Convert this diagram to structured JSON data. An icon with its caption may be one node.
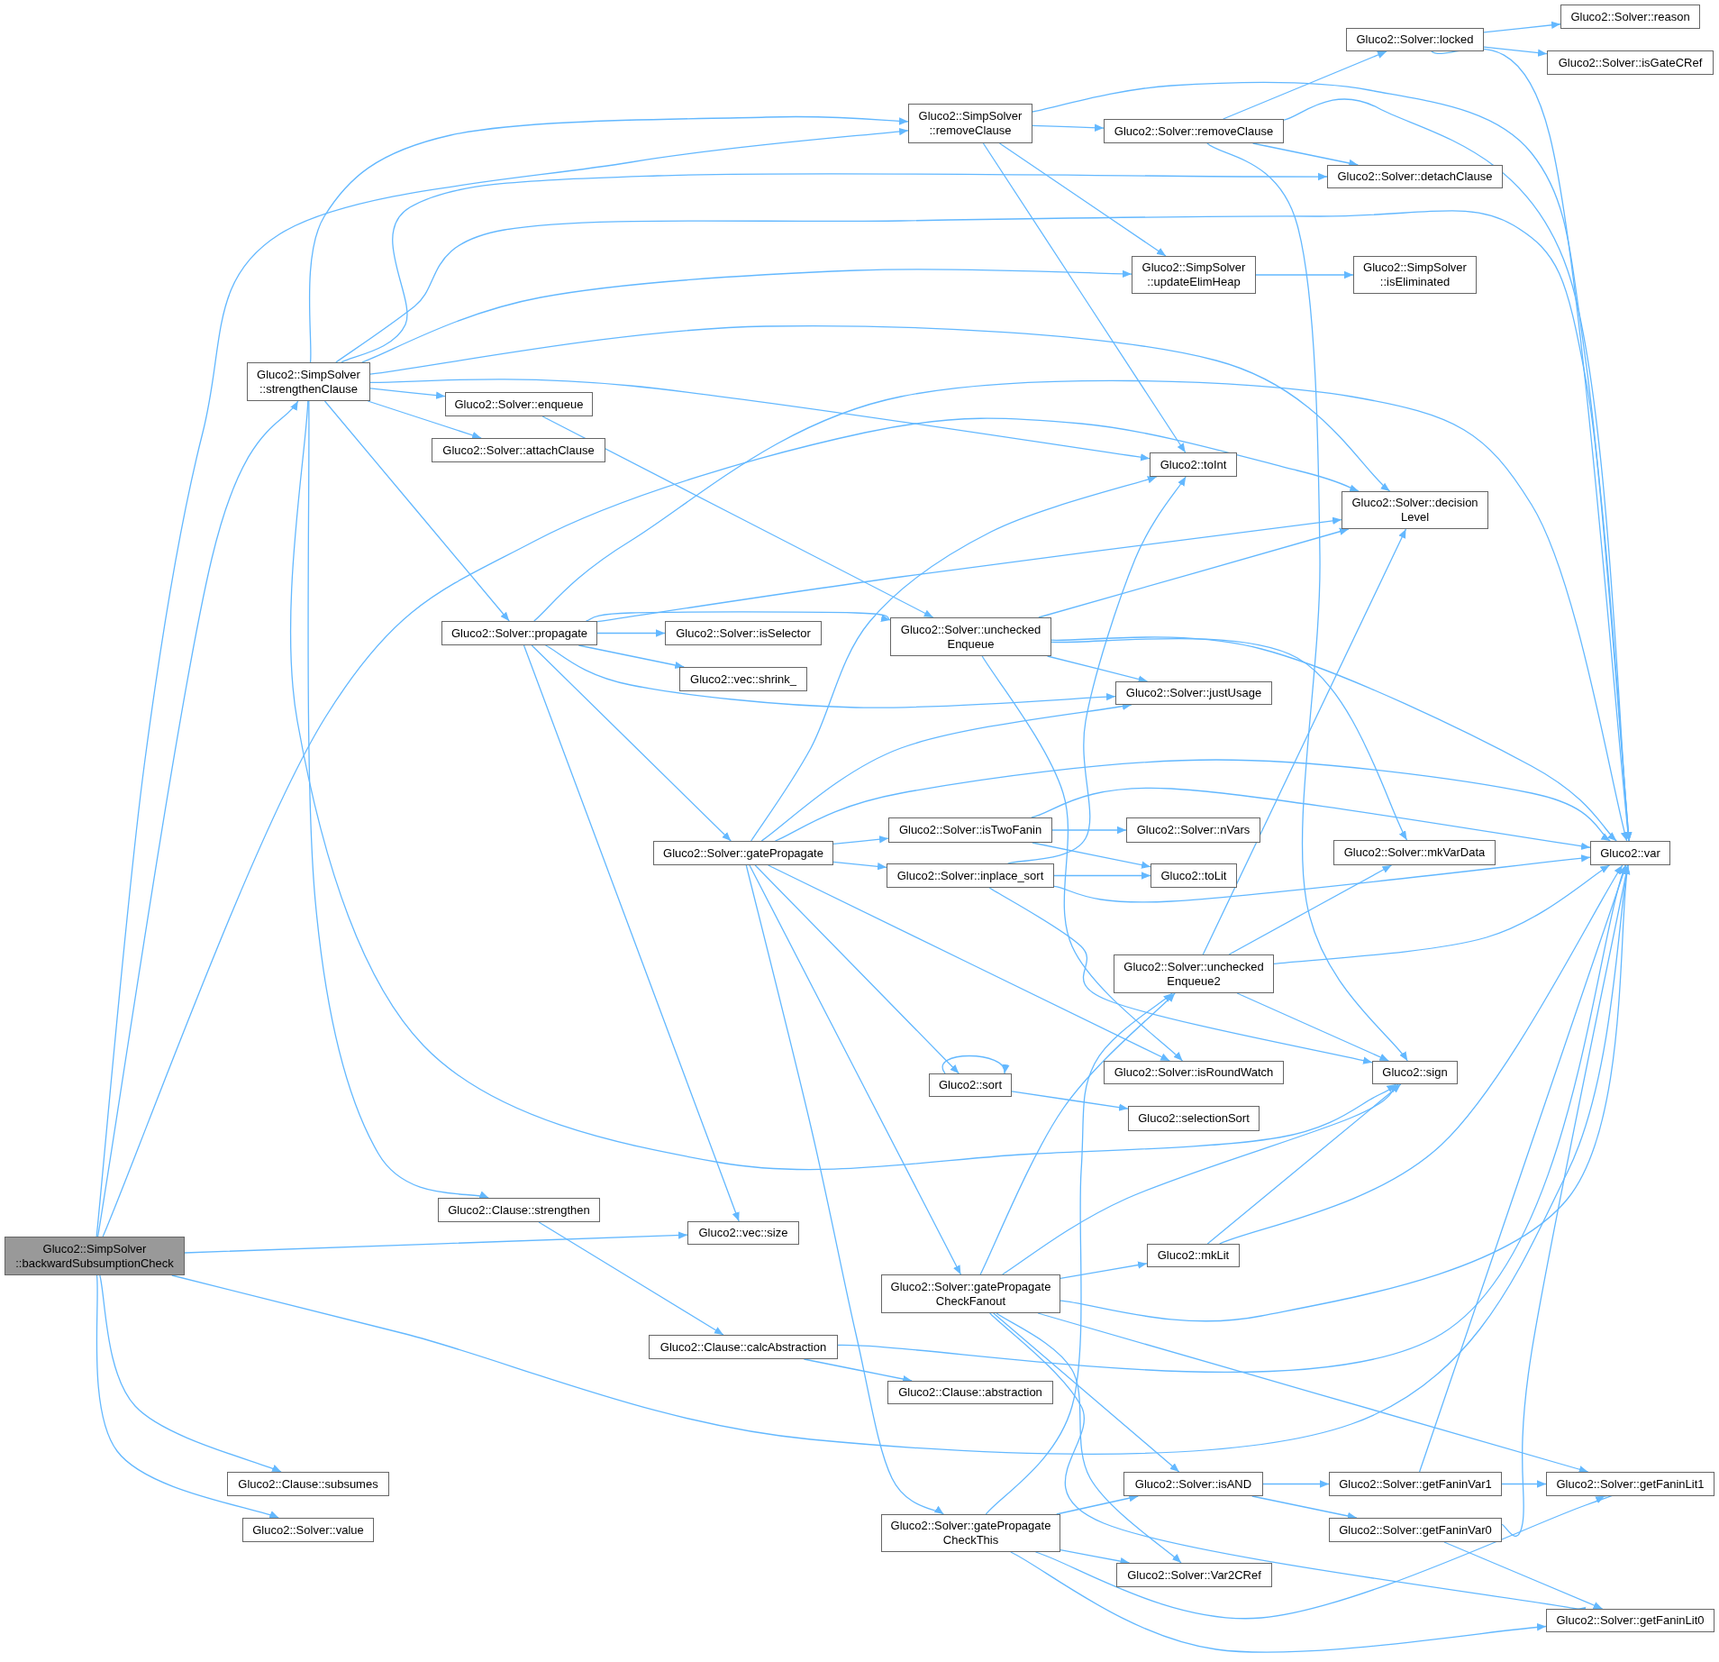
{
  "diagram": {
    "nodes": [
      {
        "text": [
          "Gluco2::SimpSolver ::backwardSubsumptionCheck"
        ]
      },
      {
        "text": [
          "Gluco2::SimpSolver ::strengthenClause"
        ]
      },
      {
        "text": [
          "Gluco2::SimpSolver ::removeClause"
        ]
      },
      {
        "text": [
          "Gluco2::Solver::enqueue"
        ]
      },
      {
        "text": [
          "Gluco2::Solver::attachClause"
        ]
      },
      {
        "text": [
          "Gluco2::Solver::propagate"
        ]
      },
      {
        "text": [
          "Gluco2::Clause::strengthen"
        ]
      },
      {
        "text": [
          "Gluco2::Clause::subsumes"
        ]
      },
      {
        "text": [
          "Gluco2::Solver::value"
        ]
      },
      {
        "text": [
          "Gluco2::Solver::removeClause"
        ]
      },
      {
        "text": [
          "Gluco2::SimpSolver ::updateElimHeap"
        ]
      },
      {
        "text": [
          "Gluco2::toInt"
        ]
      },
      {
        "text": [
          "Gluco2::Solver::isSelector"
        ]
      },
      {
        "text": [
          "Gluco2::vec::shrink_"
        ]
      },
      {
        "text": [
          "Gluco2::Solver::gatePropagate"
        ]
      },
      {
        "text": [
          "Gluco2::vec::size"
        ]
      },
      {
        "text": [
          "Gluco2::Clause::calcAbstraction"
        ]
      },
      {
        "text": [
          "Gluco2::Solver::locked"
        ]
      },
      {
        "text": [
          "Gluco2::Solver::detachClause"
        ]
      },
      {
        "text": [
          "Gluco2::SimpSolver ::isEliminated"
        ]
      },
      {
        "text": [
          "Gluco2::Solver::decision Level"
        ]
      },
      {
        "text": [
          "Gluco2::Solver::unchecked Enqueue"
        ]
      },
      {
        "text": [
          "Gluco2::Solver::justUsage"
        ]
      },
      {
        "text": [
          "Gluco2::Solver::isTwoFanin"
        ]
      },
      {
        "text": [
          "Gluco2::Solver::inplace_sort"
        ]
      },
      {
        "text": [
          "Gluco2::sort"
        ]
      },
      {
        "text": [
          "Gluco2::Solver::gatePropagate CheckFanout"
        ]
      },
      {
        "text": [
          "Gluco2::Solver::gatePropagate CheckThis"
        ]
      },
      {
        "text": [
          "Gluco2::Clause::abstraction"
        ]
      },
      {
        "text": [
          "Gluco2::Solver::reason"
        ]
      },
      {
        "text": [
          "Gluco2::Solver::isGateCRef"
        ]
      },
      {
        "text": [
          "Gluco2::Solver::nVars"
        ]
      },
      {
        "text": [
          "Gluco2::toLit"
        ]
      },
      {
        "text": [
          "Gluco2::Solver::mkVarData"
        ]
      },
      {
        "text": [
          "Gluco2::Solver::unchecked Enqueue2"
        ]
      },
      {
        "text": [
          "Gluco2::Solver::isRoundWatch"
        ]
      },
      {
        "text": [
          "Gluco2::sign"
        ]
      },
      {
        "text": [
          "Gluco2::selectionSort"
        ]
      },
      {
        "text": [
          "Gluco2::mkLit"
        ]
      },
      {
        "text": [
          "Gluco2::Solver::isAND"
        ]
      },
      {
        "text": [
          "Gluco2::Solver::Var2CRef"
        ]
      },
      {
        "text": [
          "Gluco2::Solver::getFaninVar1"
        ]
      },
      {
        "text": [
          "Gluco2::Solver::getFaninVar0"
        ]
      },
      {
        "text": [
          "Gluco2::var"
        ]
      },
      {
        "text": [
          "Gluco2::Solver::getFaninLit1"
        ]
      },
      {
        "text": [
          "Gluco2::Solver::getFaninLit0"
        ]
      }
    ],
    "edges": [
      {
        "from": 0,
        "to": 2,
        "arrow": "to"
      },
      {
        "from": 0,
        "to": 1,
        "arrow": "to"
      },
      {
        "from": 0,
        "to": 20,
        "arrow": "to"
      },
      {
        "from": 0,
        "to": 15,
        "arrow": "to"
      },
      {
        "from": 0,
        "to": 43,
        "arrow": "to"
      },
      {
        "from": 0,
        "to": 7,
        "arrow": "to"
      },
      {
        "from": 0,
        "to": 8,
        "arrow": "to"
      },
      {
        "from": 1,
        "to": 2,
        "arrow": "to"
      },
      {
        "from": 1,
        "to": 18,
        "arrow": "to"
      },
      {
        "from": 1,
        "to": 43,
        "arrow": "to"
      },
      {
        "from": 1,
        "to": 10,
        "arrow": "to"
      },
      {
        "from": 1,
        "to": 20,
        "arrow": "to"
      },
      {
        "from": 1,
        "to": 11,
        "arrow": "to"
      },
      {
        "from": 1,
        "to": 3,
        "arrow": "to"
      },
      {
        "from": 1,
        "to": 4,
        "arrow": "to"
      },
      {
        "from": 1,
        "to": 5,
        "arrow": "to"
      },
      {
        "from": 1,
        "to": 6,
        "arrow": "to"
      },
      {
        "from": 1,
        "to": 36,
        "arrow": "to"
      },
      {
        "from": 2,
        "to": 9,
        "arrow": "to"
      },
      {
        "from": 2,
        "to": 10,
        "arrow": "to"
      },
      {
        "from": 2,
        "to": 11,
        "arrow": "to"
      },
      {
        "from": 2,
        "to": 43,
        "arrow": "to"
      },
      {
        "from": 9,
        "to": 17,
        "arrow": "to"
      },
      {
        "from": 9,
        "to": 18,
        "arrow": "to"
      },
      {
        "from": 9,
        "to": 43,
        "arrow": "to"
      },
      {
        "from": 9,
        "to": 36,
        "arrow": "to"
      },
      {
        "from": 17,
        "to": 29,
        "arrow": "to"
      },
      {
        "from": 17,
        "to": 30,
        "arrow": "to"
      },
      {
        "from": 17,
        "to": 43,
        "arrow": "to"
      },
      {
        "from": 10,
        "to": 19,
        "arrow": "to"
      },
      {
        "from": 3,
        "to": 21,
        "arrow": "to"
      },
      {
        "from": 5,
        "to": 43,
        "arrow": "to"
      },
      {
        "from": 5,
        "to": 20,
        "arrow": "to"
      },
      {
        "from": 5,
        "to": 21,
        "arrow": "to"
      },
      {
        "from": 5,
        "to": 12,
        "arrow": "to"
      },
      {
        "from": 5,
        "to": 13,
        "arrow": "to"
      },
      {
        "from": 5,
        "to": 22,
        "arrow": "to"
      },
      {
        "from": 5,
        "to": 14,
        "arrow": "to"
      },
      {
        "from": 5,
        "to": 15,
        "arrow": "to"
      },
      {
        "from": 21,
        "to": 20,
        "arrow": "to"
      },
      {
        "from": 21,
        "to": 43,
        "arrow": "to"
      },
      {
        "from": 21,
        "to": 22,
        "arrow": "to"
      },
      {
        "from": 21,
        "to": 33,
        "arrow": "to"
      },
      {
        "from": 21,
        "to": 35,
        "arrow": "to"
      },
      {
        "from": 14,
        "to": 11,
        "arrow": "to"
      },
      {
        "from": 14,
        "to": 22,
        "arrow": "to"
      },
      {
        "from": 14,
        "to": 43,
        "arrow": "to"
      },
      {
        "from": 14,
        "to": 23,
        "arrow": "to"
      },
      {
        "from": 14,
        "to": 24,
        "arrow": "to"
      },
      {
        "from": 14,
        "to": 35,
        "arrow": "to"
      },
      {
        "from": 14,
        "to": 25,
        "arrow": "to"
      },
      {
        "from": 14,
        "to": 26,
        "arrow": "to"
      },
      {
        "from": 14,
        "to": 27,
        "arrow": "to"
      },
      {
        "from": 23,
        "to": 31,
        "arrow": "to"
      },
      {
        "from": 23,
        "to": 32,
        "arrow": "to"
      },
      {
        "from": 23,
        "to": 43,
        "arrow": "to"
      },
      {
        "from": 24,
        "to": 32,
        "arrow": "to"
      },
      {
        "from": 24,
        "to": 43,
        "arrow": "to"
      },
      {
        "from": 24,
        "to": 36,
        "arrow": "to"
      },
      {
        "from": 24,
        "to": 11,
        "arrow": "to"
      },
      {
        "from": 25,
        "to": 25,
        "arrow": "to"
      },
      {
        "from": 25,
        "to": 37,
        "arrow": "to"
      },
      {
        "from": 34,
        "to": 20,
        "arrow": "to"
      },
      {
        "from": 34,
        "to": 33,
        "arrow": "to"
      },
      {
        "from": 34,
        "to": 43,
        "arrow": "to"
      },
      {
        "from": 34,
        "to": 36,
        "arrow": "to"
      },
      {
        "from": 38,
        "to": 36,
        "arrow": "to"
      },
      {
        "from": 38,
        "to": 43,
        "arrow": "to"
      },
      {
        "from": 26,
        "to": 34,
        "arrow": "to"
      },
      {
        "from": 26,
        "to": 36,
        "arrow": "to"
      },
      {
        "from": 26,
        "to": 38,
        "arrow": "to"
      },
      {
        "from": 26,
        "to": 43,
        "arrow": "to"
      },
      {
        "from": 26,
        "to": 39,
        "arrow": "to"
      },
      {
        "from": 26,
        "to": 44,
        "arrow": "to"
      },
      {
        "from": 26,
        "to": 45,
        "arrow": "to"
      },
      {
        "from": 26,
        "to": 40,
        "arrow": "to"
      },
      {
        "from": 27,
        "to": 34,
        "arrow": "to"
      },
      {
        "from": 27,
        "to": 39,
        "arrow": "to"
      },
      {
        "from": 27,
        "to": 40,
        "arrow": "to"
      },
      {
        "from": 27,
        "to": 44,
        "arrow": "to"
      },
      {
        "from": 27,
        "to": 45,
        "arrow": "to"
      },
      {
        "from": 39,
        "to": 41,
        "arrow": "to"
      },
      {
        "from": 39,
        "to": 42,
        "arrow": "to"
      },
      {
        "from": 41,
        "to": 44,
        "arrow": "to"
      },
      {
        "from": 41,
        "to": 43,
        "arrow": "to"
      },
      {
        "from": 42,
        "to": 45,
        "arrow": "to"
      },
      {
        "from": 42,
        "to": 43,
        "arrow": "to"
      },
      {
        "from": 6,
        "to": 16,
        "arrow": "to"
      },
      {
        "from": 16,
        "to": 43,
        "arrow": "to"
      },
      {
        "from": 16,
        "to": 28,
        "arrow": "to"
      }
    ]
  }
}
